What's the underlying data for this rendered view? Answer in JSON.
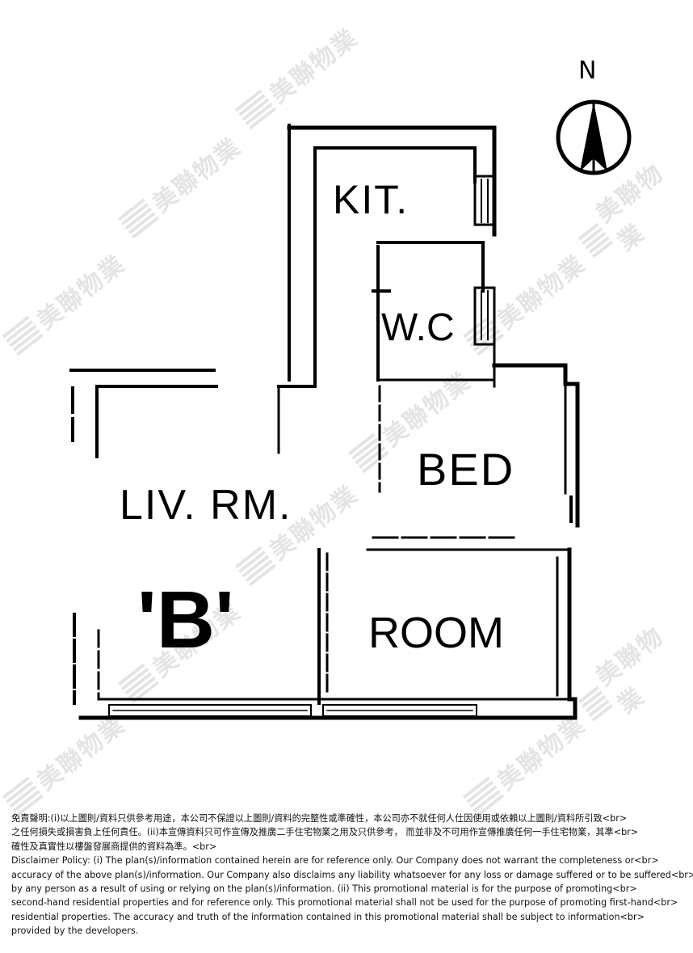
{
  "plan": {
    "north_label": "N",
    "unit_label": "'B'",
    "rooms": {
      "kitchen": "KIT.",
      "wc": "W.C",
      "bedroom": "BED",
      "bedroom_room": "ROOM",
      "living_room": "LIV. RM."
    },
    "watermark": "美聯物業",
    "line_color": "#000000",
    "watermark_color": "#cfcfcf"
  },
  "disclaimer": {
    "lines": [
      "免責聲明:(i)以上圖則/資料只供參考用途，本公司不保證以上圖則/資料的完整性或準確性，本公司亦不就任何人仕因使用或依賴以上圖則/資料所引致<br>",
      "之任何損失或損害負上任何責任。(ii)本宣傳資料只可作宣傳及推廣二手住宅物業之用及只供參考， 而並非及不可用作宣傳推廣任何一手住宅物業，其準<br>",
      "確性及真實性以樓盤發展商提供的資料為準。<br>",
      "Disclaimer Policy: (i) The plan(s)/information contained herein are for reference only. Our Company does not warrant the completeness or<br>",
      "accuracy of the above plan(s)/information. Our Company also disclaims any liability whatsoever for any loss or damage suffered or to be suffered<br>",
      "by any person as a result of using or relying on the plan(s)/information. (ii) This promotional material is for the purpose of promoting<br>",
      "second-hand residential properties and for reference only. This promotional material shall not be used for the purpose of promoting first-hand<br>",
      "residential properties. The accuracy and truth of the information contained in this promotional material shall be subject to information<br>",
      "provided by the developers."
    ]
  }
}
